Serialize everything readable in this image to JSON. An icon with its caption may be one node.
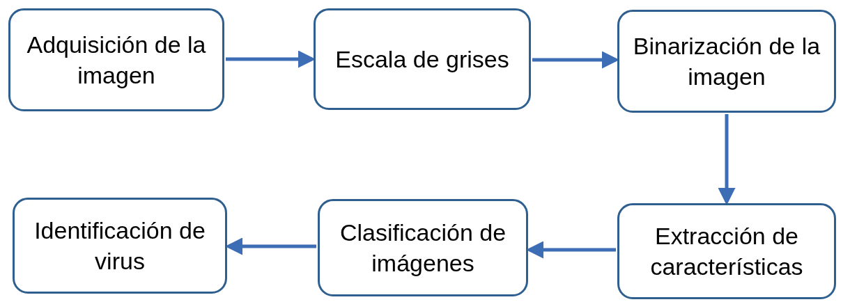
{
  "diagram": {
    "nodes": [
      {
        "text": [
          "Adquisición de la imagen"
        ]
      },
      {
        "text": [
          "Escala de grises"
        ]
      },
      {
        "text": [
          "Binarización de la imagen"
        ]
      },
      {
        "text": [
          "Extracción de características"
        ]
      },
      {
        "text": [
          "Clasificación de imágenes"
        ]
      },
      {
        "text": [
          "Identificación de virus"
        ]
      }
    ],
    "edges": [
      {
        "from": 0,
        "to": 1,
        "arrow": "to"
      },
      {
        "from": 1,
        "to": 2,
        "arrow": "to"
      },
      {
        "from": 2,
        "to": 3,
        "arrow": "to"
      },
      {
        "from": 3,
        "to": 4,
        "arrow": "to"
      },
      {
        "from": 4,
        "to": 5,
        "arrow": "to"
      }
    ]
  }
}
